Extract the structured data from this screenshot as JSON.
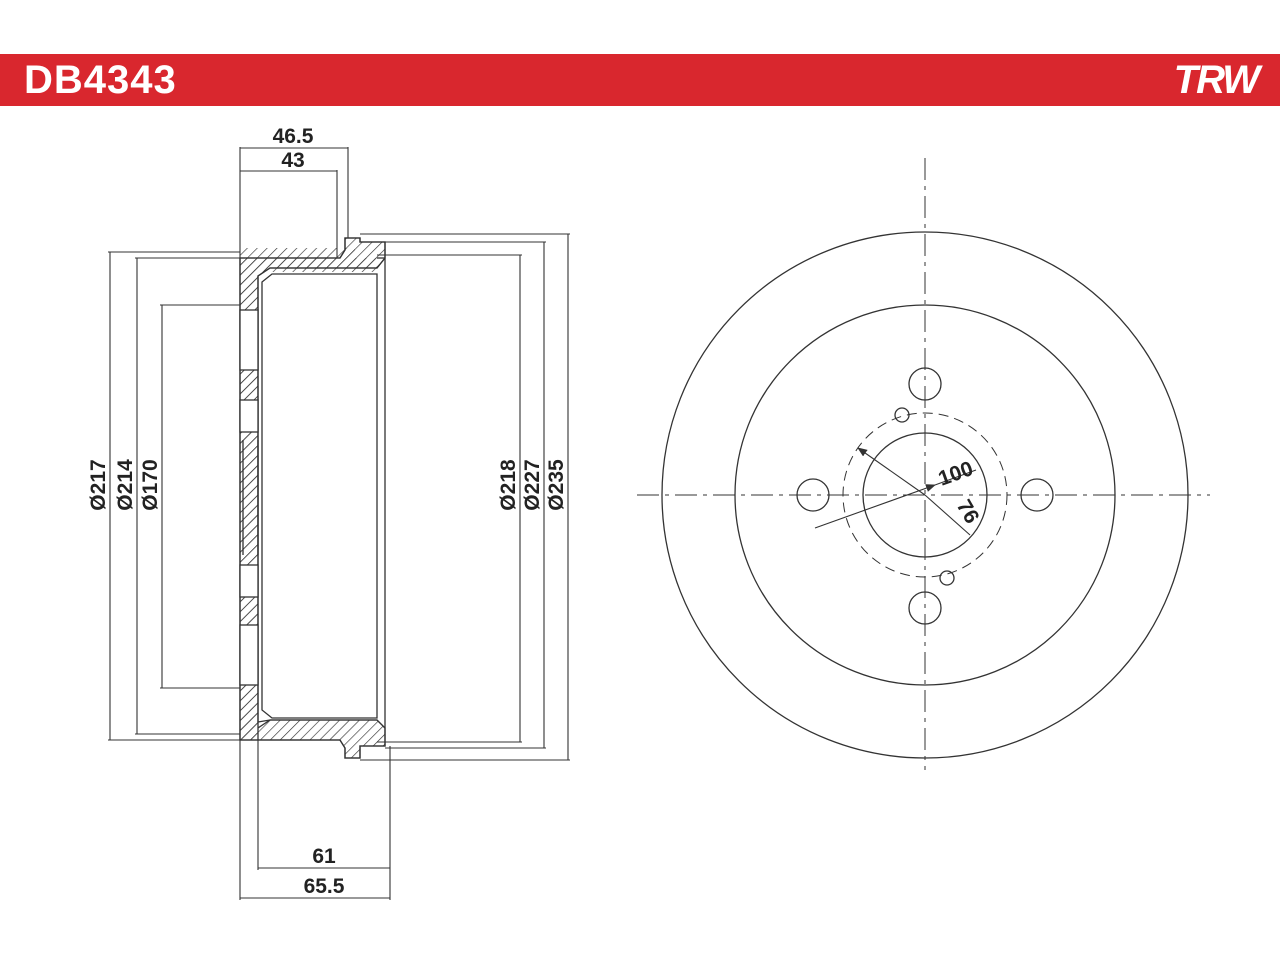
{
  "header": {
    "part_number": "DB4343",
    "brand": "TRW",
    "accent_color": "#d9272e"
  },
  "side_view": {
    "width_outer": "46.5",
    "width_inner": "43",
    "depth_61": "61",
    "depth_65_5": "65.5",
    "dia_217": "Ø217",
    "dia_214": "Ø214",
    "dia_170": "Ø170",
    "dia_218": "Ø218",
    "dia_227": "Ø227",
    "dia_235": "Ø235"
  },
  "front_view": {
    "pcd": "100",
    "center_bore": "76"
  }
}
